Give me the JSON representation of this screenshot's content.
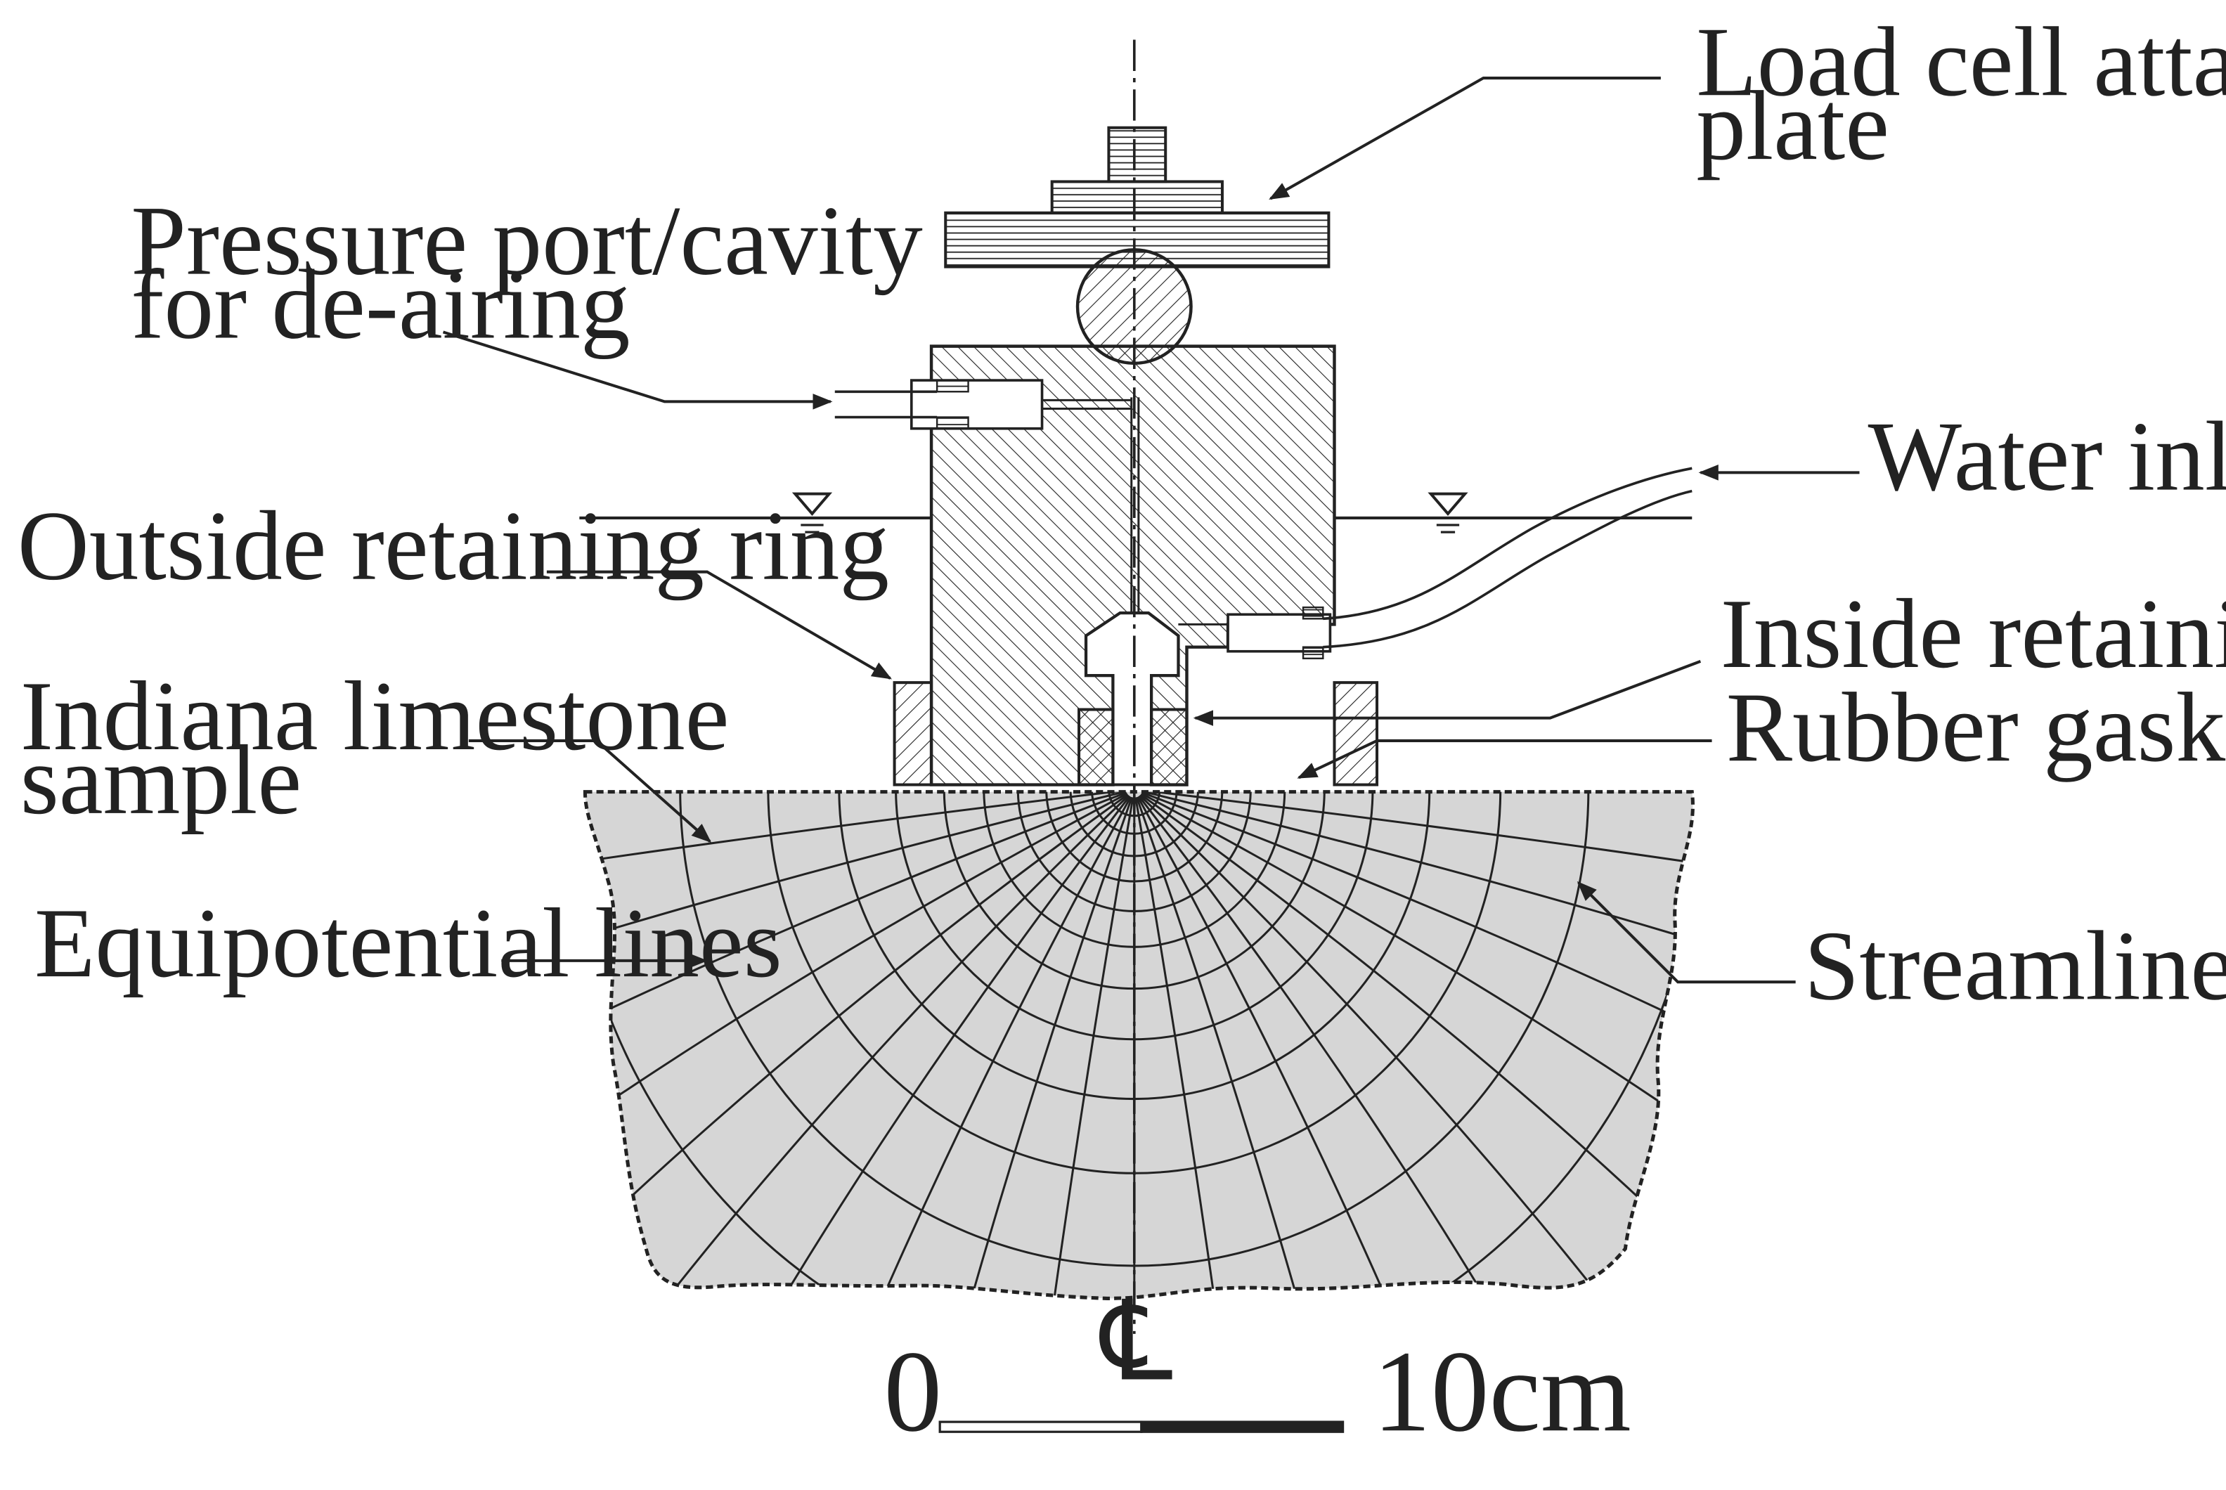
{
  "labels": {
    "load_cell_line1": "Load cell attachment",
    "load_cell_line2": "plate",
    "pressure_port_line1": "Pressure port/cavity",
    "pressure_port_line2": "for de-airing",
    "water_inlet": "Water inlet",
    "outside_ring": "Outside retaining ring",
    "inside_ring": "Inside retaining ring",
    "rubber_gasket": "Rubber gasket",
    "sample_line1": "Indiana limestone",
    "sample_line2": "sample",
    "equipotential": "Equipotential lines",
    "streamlines": "Streamlines"
  },
  "centerline_symbol": "℄",
  "scale_bar": {
    "start_label": "0",
    "end_label": "10cm"
  },
  "colors": {
    "ink": "#222222",
    "sample_fill": "#d6d6d6",
    "background": "#ffffff"
  }
}
